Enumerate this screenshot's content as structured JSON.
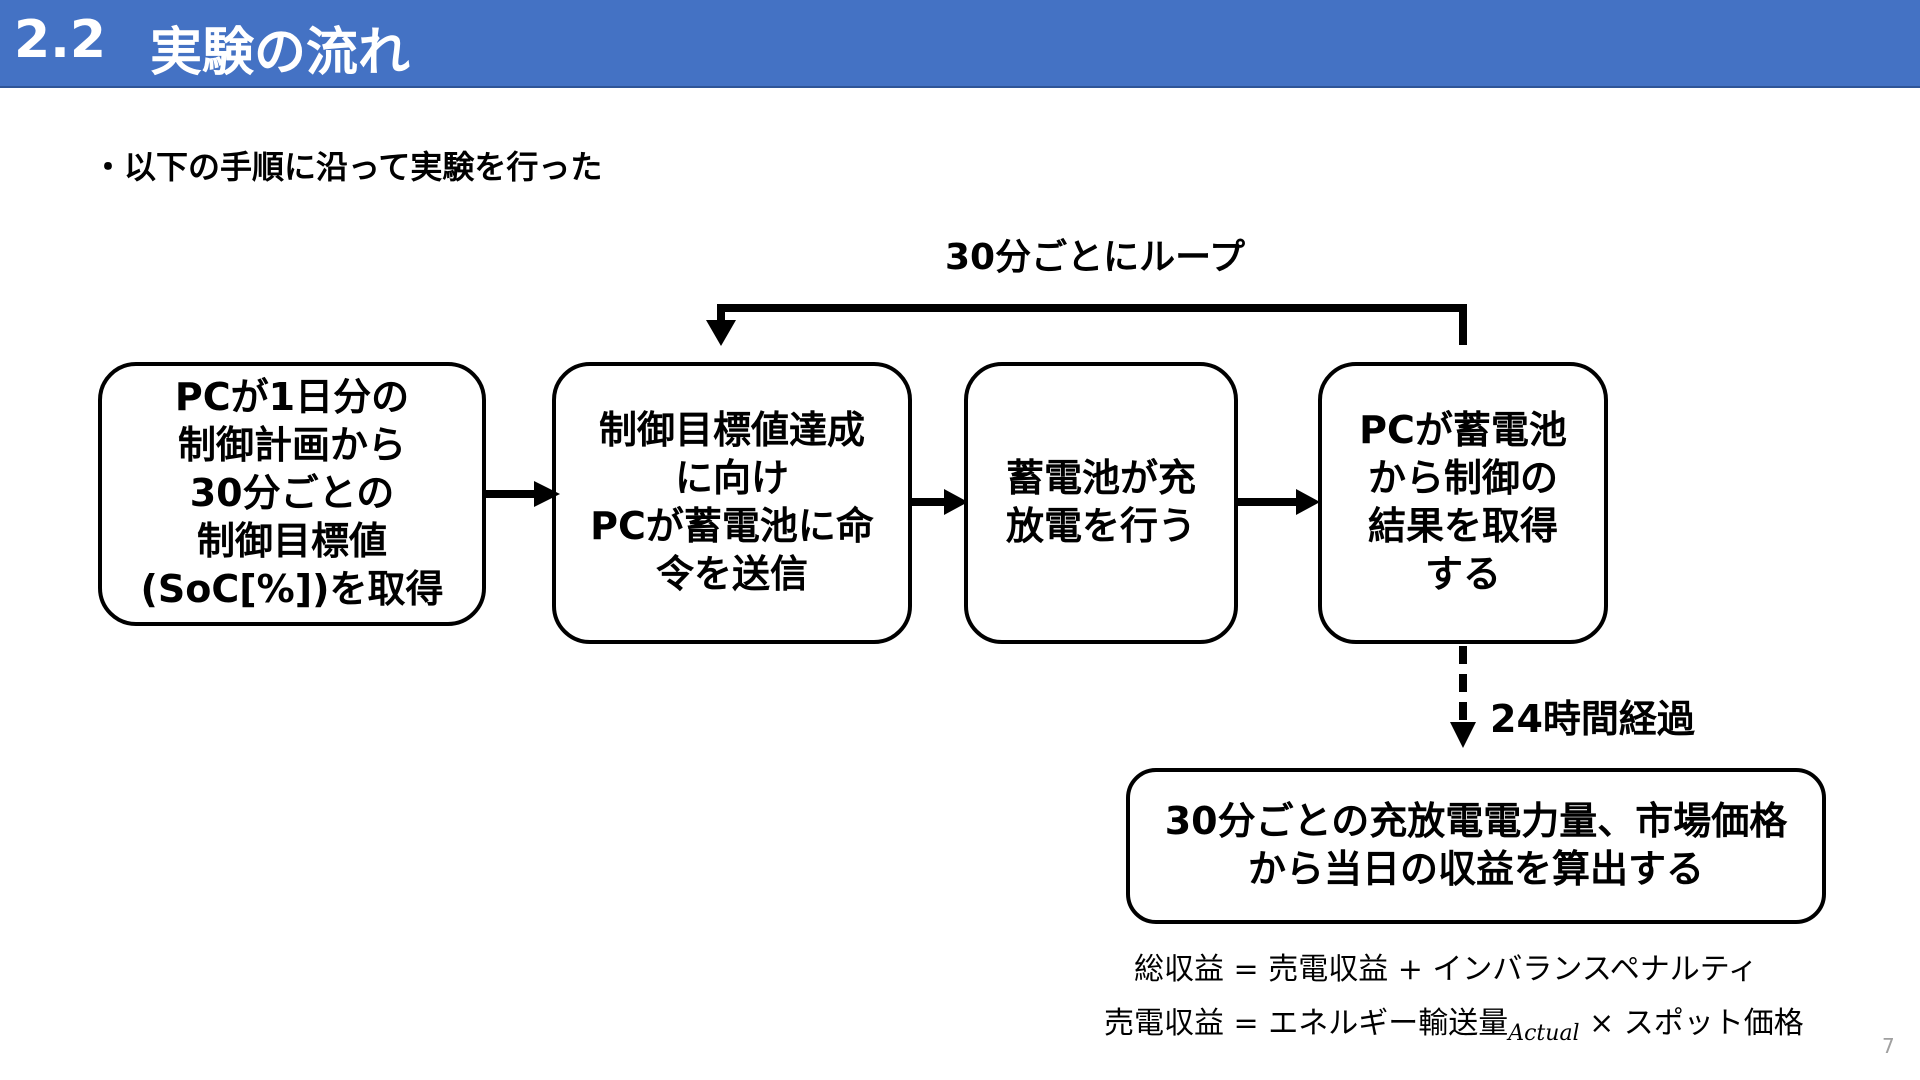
{
  "header": {
    "number": "2.2",
    "title": "実験の流れ"
  },
  "intro": "・以下の手順に沿って実験を行った",
  "loop_label": "30分ごとにループ",
  "boxes": [
    {
      "text": "PCが1日分の\n制御計画から\n30分ごとの\n制御目標値\n(SoC[%])を取得"
    },
    {
      "text": "制御目標値達成\nに向け\nPCが蓄電池に命\n令を送信"
    },
    {
      "text": "蓄電池が充\n放電を行う"
    },
    {
      "text": "PCが蓄電池\nから制御の\n結果を取得\nする"
    }
  ],
  "elapsed_label": "24時間経過",
  "result_box": {
    "text": "30分ごとの充放電電力量、市場価格\nから当日の収益を算出する"
  },
  "formulas": {
    "line1": "総収益 = 売電収益 + インバランスペナルティ",
    "line2_main": "売電収益 = エネルギー輸送量",
    "line2_sub": "Actual",
    "line2_tail": " × スポット価格"
  },
  "page_number": "7"
}
